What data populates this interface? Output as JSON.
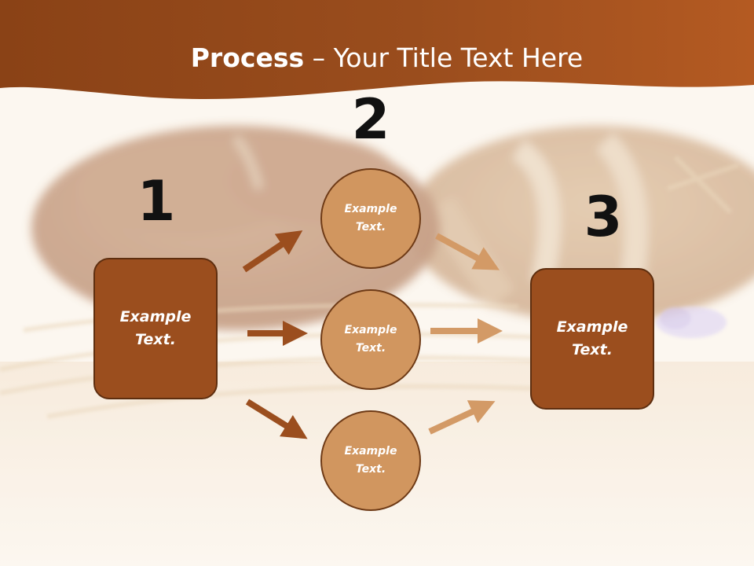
{
  "slide": {
    "title_bold": "Process",
    "title_rest": " – Your Title Text Here"
  },
  "steps": [
    {
      "number": "1",
      "label": "Example Text."
    },
    {
      "number": "2"
    },
    {
      "number": "3",
      "label": "Example Text."
    }
  ],
  "circles": [
    {
      "label": "Example Text."
    },
    {
      "label": "Example Text."
    },
    {
      "label": "Example Text."
    }
  ],
  "colors": {
    "header": "#9b4e1e",
    "box": "#9b4e1e",
    "circle": "#d1965f",
    "arrow_left": "#9b4e1e",
    "arrow_right": "#d39a66"
  }
}
